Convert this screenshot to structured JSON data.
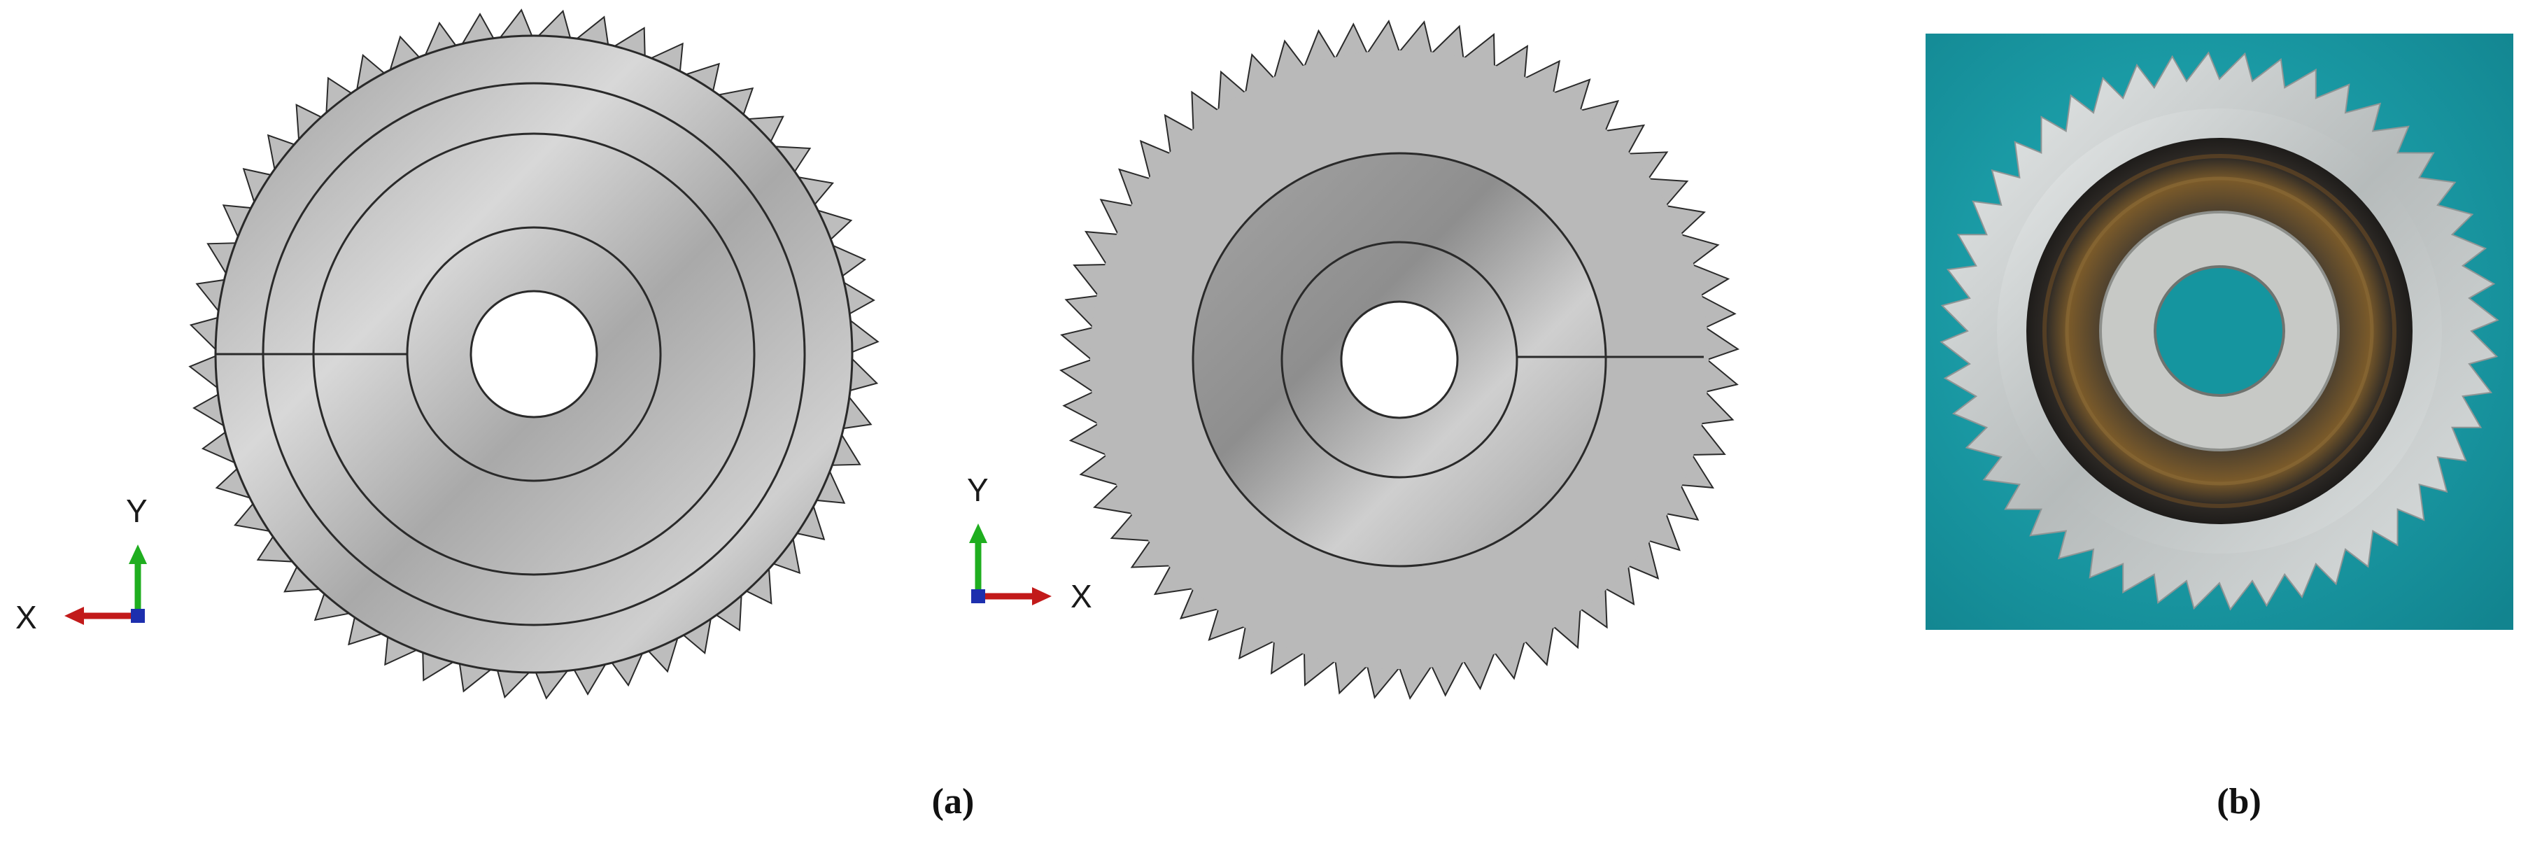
{
  "captions": {
    "part_a": "(a)",
    "part_b": "(b)"
  },
  "left_triad": {
    "horizontal_label": "X",
    "vertical_label": "Y",
    "horizontal_direction": "left"
  },
  "right_triad": {
    "horizontal_label": "X",
    "vertical_label": "Y",
    "horizontal_direction": "right"
  },
  "front_view": {
    "teeth": 52,
    "concentric_rings": 4
  },
  "back_view": {
    "teeth": 60,
    "concentric_rings": 2
  },
  "photo": {
    "teeth": 48
  },
  "colors": {
    "gear_face": "#c4c4c4",
    "gear_edge": "#2a2a2a",
    "axis_x": "#c21a1a",
    "axis_y": "#1fae1f",
    "axis_origin": "#1d2fae",
    "photo_background": "#1fa1ac",
    "photo_steel": "#c9cccb",
    "photo_hub": "#2a2724"
  }
}
